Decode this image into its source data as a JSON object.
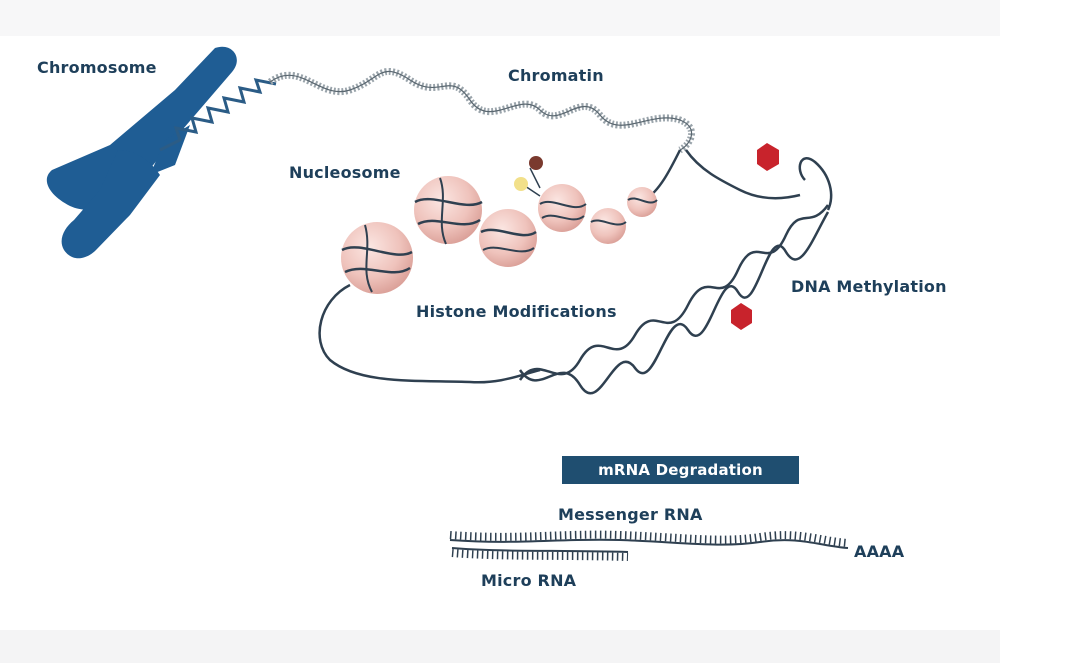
{
  "labels": {
    "chromosome": "Chromosome",
    "chromatin": "Chromatin",
    "nucleosome": "Nucleosome",
    "histone_modifications": "Histone Modifications",
    "dna_methylation": "DNA Methylation",
    "mrna_degradation": "mRNA Degradation",
    "messenger_rna": "Messenger RNA",
    "micro_rna": "Micro RNA",
    "poly_a_tail": "AAAA"
  },
  "colors": {
    "chromosome": "#1f5d94",
    "label_text": "#1e3f5a",
    "dna_strand": "#2f4050",
    "nucleosome_fill": "#f1c9c3",
    "methyl_mark": "#c8232c",
    "histone_mark": "#7a3a2e",
    "badge_bg": "#1f4e70"
  }
}
